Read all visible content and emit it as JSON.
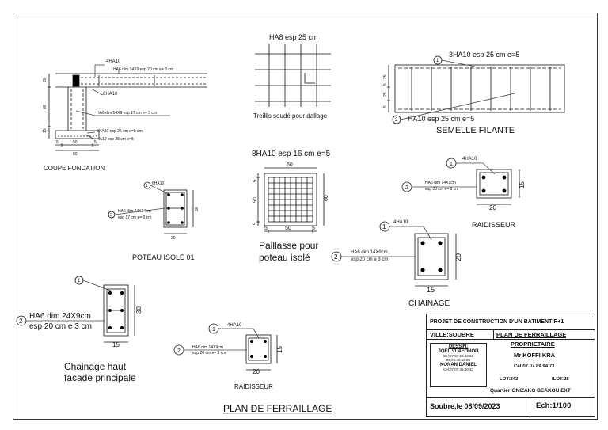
{
  "sheet_title": "PLAN DE FERRAILLAGE",
  "coupe_fondation": {
    "title": "COUPE FONDATION",
    "lbl_top_bars": "4HA10",
    "lbl_stirrup_top": "HA6 dim 14X9 esp 20 cm e= 3 cm",
    "lbl_bottom_bars": "6HA10",
    "lbl_stirrup_mid": "HA6 dim 14X9 esp 17 cm e= 3 cm",
    "lbl_cross": "3HA10 esp 25 cm e=5 cm",
    "lbl_long": "HA10 esp 25 cm e=5",
    "dim_20": "20",
    "dim_60": "60",
    "dim_15": "15",
    "dim_5a": "5",
    "dim_50": "50",
    "dim_5b": "5",
    "dim_60b": "60"
  },
  "treillis": {
    "label_top": "HA8 esp 25 cm",
    "title": "Treillis soudé pour dallage"
  },
  "semelle": {
    "label_top": "3HA10 esp 25 cm e=5",
    "label_bottom": "HA10 esp 25 cm e=5",
    "title": "SEMELLE FILANTE",
    "marker1": "1",
    "marker2": "2",
    "dim_a": "25",
    "dim_b": "5",
    "dim_c": "25",
    "dim_d": "5"
  },
  "paillasse": {
    "label_top": "8HA10 esp 16 cm e=5",
    "dim_top": "60",
    "dim_right": "60",
    "dim_l1": "5",
    "dim_l2": "50",
    "dim_l3": "5",
    "dim_b1": "5",
    "dim_b2": "50",
    "dim_b3": "5",
    "title_line1": "Paillasse pour",
    "title_line2": "poteau isolé"
  },
  "poteau": {
    "marker1": "1",
    "label1": "6HA10",
    "marker2": "2",
    "label2_line1": "HA6 dim 24X14cm",
    "label2_line2": "esp 17 cm e= 3 cm",
    "dim_side": "30",
    "dim_bottom": "20",
    "title": "POTEAU ISOLE 01"
  },
  "raidisseur_right": {
    "marker1": "1",
    "label1": "4HA10",
    "marker2": "2",
    "label2_line1": "HA6 dim 14X9cm",
    "label2_line2": "esp 20 cm e= 3 cm",
    "dim_side": "15",
    "dim_bottom": "20",
    "title": "RAIDISSEUR"
  },
  "chainage": {
    "marker1": "1",
    "label1": "4HA10",
    "marker2": "2",
    "label2_line1": "HA6 dim 14X9cm",
    "label2_line2": "esp 20 cm e 3 cm",
    "dim_side": "20",
    "dim_bottom": "15",
    "title": "CHAINAGE"
  },
  "chainage_haut": {
    "marker_top": "1",
    "marker2": "2",
    "label2_line1": "HA6 dim 24X9cm",
    "label2_line2": "esp 20 cm e 3 cm",
    "dim_side": "30",
    "dim_bottom": "15",
    "title_line1": "Chainage haut",
    "title_line2": "facade principale"
  },
  "raidisseur_bottom": {
    "marker1": "1",
    "label1": "4HA10",
    "marker2": "2",
    "label2_line1": "HA6 dim 14X9cm",
    "label2_line2": "esp 20 cm e= 3 cm",
    "dim_side": "15",
    "dim_bottom": "20",
    "title": "RAIDISSEUR"
  },
  "title_block": {
    "project": "PROJET DE CONSTRUCTION D'UN BATIMENT R+1",
    "ville": "VILLE:SOUBRE",
    "plan": "PLAN DE FERRAILLAGE",
    "dessin_label": "DESSIN:",
    "dessin_name": "JOEL VLAFONOU",
    "dessin_tel": "Cel:07.57.59.42.22",
    "dessin_tel2": "05.06.40.13.85",
    "konan_name": "KONAN DANIEL",
    "konan_tel": "Cel:07.07.36.40.43",
    "proprietaire_label": "PROPRIETAIRE",
    "proprietaire_name": "Mr KOFFI KRA",
    "proprietaire_tel": "Cel:07.07.89.94.73",
    "lot": "LOT:243",
    "ilot": "ILOT:28",
    "quartier": "Quartier:GNIZAKO BEAKOU EXT",
    "date": "Soubre,le 08/09/2023",
    "scale": "Ech:1/100"
  },
  "colors": {
    "ink": "#111111",
    "section_fill": "#000000",
    "leader": "#444444"
  }
}
